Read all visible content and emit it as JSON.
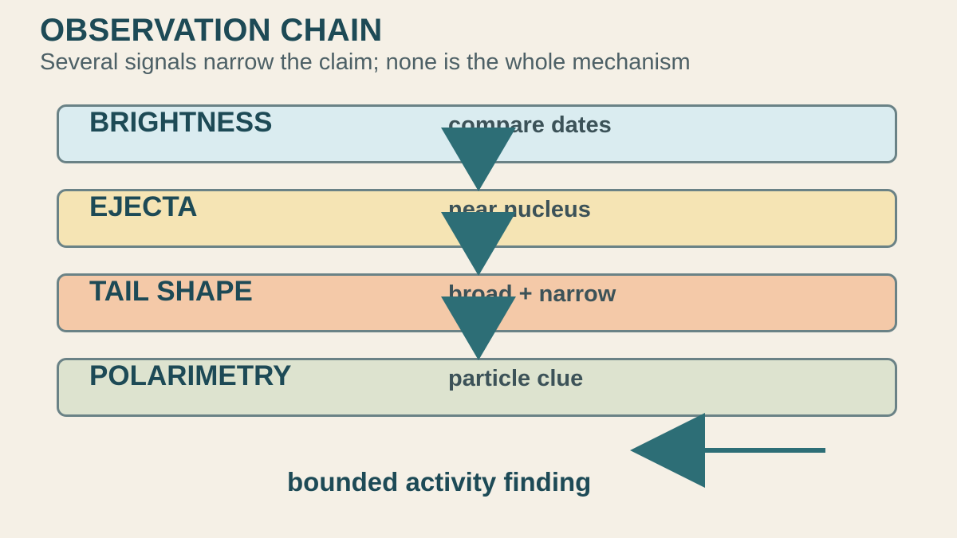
{
  "header": {
    "title": "OBSERVATION CHAIN",
    "subtitle": "Several signals narrow the claim; none is the whole mechanism"
  },
  "rows": [
    {
      "label": "BRIGHTNESS",
      "note": "compare dates",
      "color": "#daecf0"
    },
    {
      "label": "EJECTA",
      "note": "near nucleus",
      "color": "#f5e4b4"
    },
    {
      "label": "TAIL SHAPE",
      "note": "broad + narrow",
      "color": "#f4c9a8"
    },
    {
      "label": "POLARIMETRY",
      "note": "particle clue",
      "color": "#dde3cf"
    }
  ],
  "result": {
    "label": "bounded activity finding"
  },
  "colors": {
    "background": "#f5f0e6",
    "arrow": "#2d6e76",
    "title": "#1d4a56",
    "row_border": "#6a8286"
  }
}
